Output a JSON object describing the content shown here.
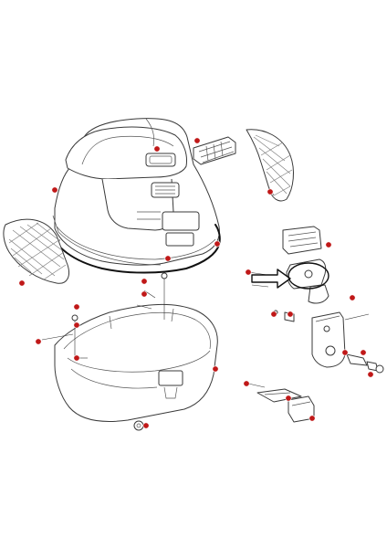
{
  "colors": {
    "callout": "#c01818",
    "outline": "#3a3a3a",
    "reflector_hatch": "#888888",
    "seal": "#111111",
    "background": "#ffffff"
  },
  "parts": [
    "top-case-lid",
    "lid-backrest",
    "left-reflector",
    "right-reflector",
    "lid-seal",
    "lock-cylinder-insert",
    "top-case-base",
    "latch-mechanism",
    "hinge-plate",
    "lock-lever",
    "base-plate",
    "mounting-bolts",
    "drain-plug"
  ],
  "callout_icon": "red-dot-icon",
  "pointer_icon": "hollow-arrow-icon"
}
